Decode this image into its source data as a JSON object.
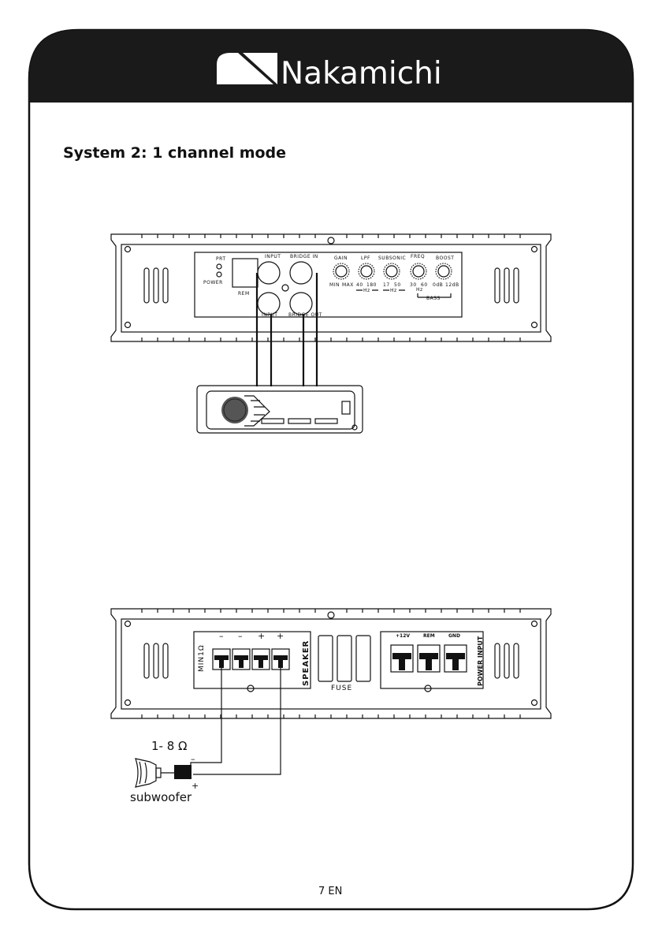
{
  "brand": {
    "name": "Nakamichi"
  },
  "section_title": "System 2: 1 channel mode",
  "amp_top": {
    "led_labels": [
      "PRT",
      "POWER"
    ],
    "rem_label": "REM",
    "rca_top_labels": [
      "INPUT",
      "BRIDGE IN"
    ],
    "rca_bottom_labels": [
      "INPUT",
      "BRIDGE OUT"
    ],
    "knobs": [
      {
        "name": "GAIN",
        "min": "MIN",
        "max": "MAX"
      },
      {
        "name": "LPF",
        "min": "40",
        "max": "180"
      },
      {
        "name": "SUBSONIC",
        "min": "17",
        "max": "50"
      },
      {
        "name": "FREQ",
        "min": "30",
        "max": "60"
      },
      {
        "name": "BOOST",
        "min": "0dB",
        "max": "12dB"
      }
    ],
    "hz_labels": [
      "Hz",
      "Hz",
      "Hz"
    ],
    "bass_label": "BASS"
  },
  "amp_bottom": {
    "speaker_label": "SPEAKER",
    "min_ohm_label": "MIN1Ω",
    "terminal_polarity": [
      "–",
      "–",
      "+",
      "+"
    ],
    "fuse_label": "FUSE",
    "power_label": "POWER INPUT",
    "power_terminals": [
      "+12V",
      "REM",
      "GND"
    ]
  },
  "subwoofer": {
    "impedance": "1- 8 Ω",
    "label": "subwoofer",
    "minus": "–",
    "plus": "+"
  },
  "footer": {
    "page": "7 EN"
  }
}
